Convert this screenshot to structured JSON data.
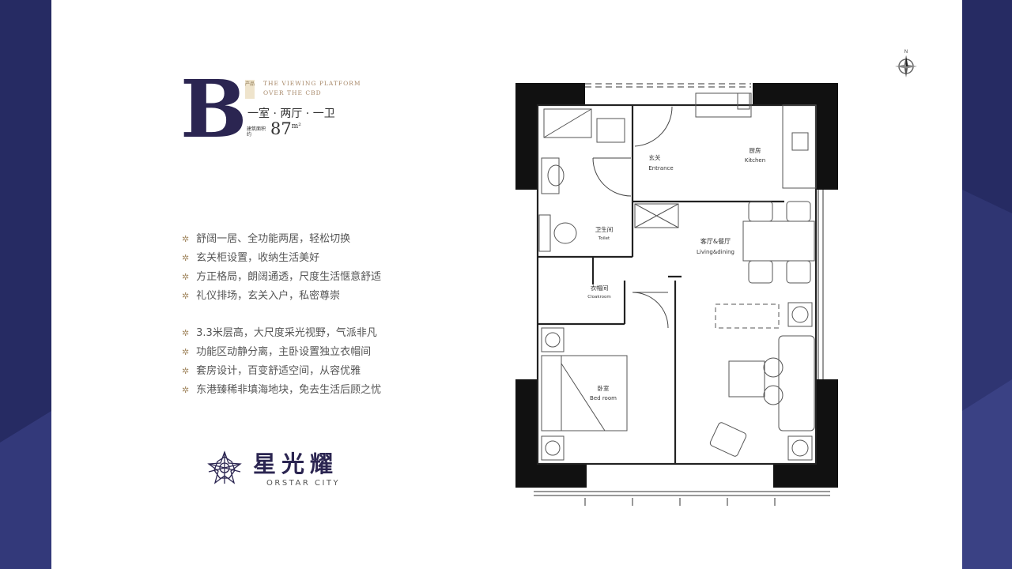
{
  "brand_colors": {
    "navy": "#262b63",
    "ink": "#2b2551",
    "gold": "#a48a64"
  },
  "unit": {
    "letter": "B",
    "seal": "产品",
    "tagline": [
      "THE VIEWING PLATFORM",
      "OVER THE CBD"
    ],
    "layout": "一室 · 两厅 · 一卫",
    "area_label": "建筑面积约",
    "area_value": "87",
    "area_unit": "m²"
  },
  "features": {
    "group1": [
      "舒阔一居、全功能两居，轻松切换",
      "玄关柜设置，收纳生活美好",
      "方正格局，朗阔通透，尺度生活惬意舒适",
      "礼仪排场，玄关入户，私密尊崇"
    ],
    "group2": [
      "3.3米层高，大尺度采光视野，气派非凡",
      "功能区动静分离，主卧设置独立衣帽间",
      "套房设计，百变舒适空间，从容优雅",
      "东港臻稀非填海地块，免去生活后顾之忧"
    ],
    "bullet_icon": "ornament-icon"
  },
  "logo": {
    "cn": "星光耀",
    "en": "ORSTAR CITY",
    "icon": "star-emblem-icon"
  },
  "compass": {
    "label": "N",
    "icon": "compass-icon"
  },
  "rooms": {
    "entrance": {
      "cn": "玄关",
      "en": "Entrance"
    },
    "kitchen": {
      "cn": "厨房",
      "en": "Kitchen"
    },
    "toilet": {
      "cn": "卫生间",
      "en": "Toilet"
    },
    "living": {
      "cn": "客厅&餐厅",
      "en": "Living&dining"
    },
    "cloakroom": {
      "cn": "衣帽间",
      "en": "Cloakroom"
    },
    "bedroom": {
      "cn": "卧室",
      "en": "Bed room"
    }
  }
}
